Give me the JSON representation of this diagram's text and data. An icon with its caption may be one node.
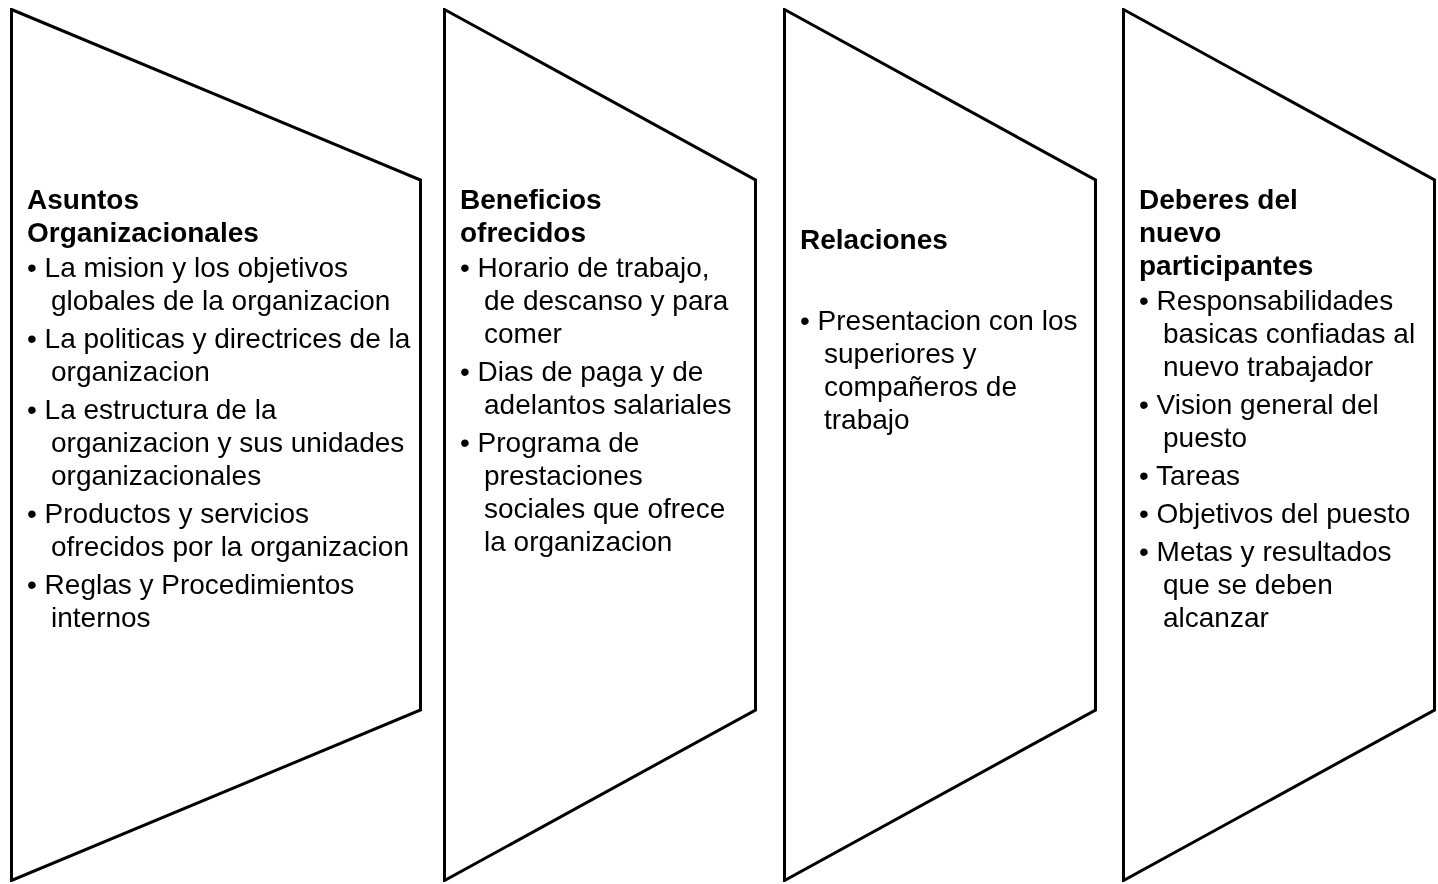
{
  "diagram": {
    "nodes": [
      {
        "text": [
          "Asuntos Organizacionales",
          "• La mision y los objetivos globales de la organizacion",
          "• La politicas y directrices de la organizacion",
          "• La estructura de la organizacion y sus unidades organizacionales",
          "• Productos y servicios ofrecidos por la organizacion",
          "• Reglas y Procedimientos internos"
        ]
      },
      {
        "text": [
          "Beneficios ofrecidos",
          "• Horario de trabajo, de descanso y para comer",
          "• Dias de paga y de adelantos salariales",
          "• Programa de prestaciones sociales que ofrece la organizacion"
        ]
      },
      {
        "text": [
          "Relaciones",
          "• Presentacion con los superiores y compañeros de trabajo"
        ]
      },
      {
        "text": [
          "Deberes del nuevo participantes",
          "• Responsabilidades basicas confiadas al nuevo trabajador",
          "• Vision general del puesto",
          "• Tareas",
          "• Objetivos del puesto",
          "• Metas y resultados que se deben alcanzar"
        ]
      }
    ]
  }
}
